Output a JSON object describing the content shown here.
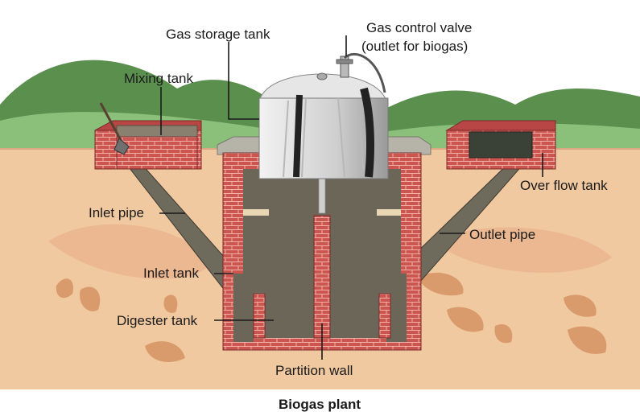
{
  "labels": {
    "gas_storage_tank": "Gas storage tank",
    "gas_control_valve_line1": "Gas control valve",
    "gas_control_valve_line2": "(outlet for biogas)",
    "mixing_tank": "Mixing tank",
    "over_flow_tank": "Over flow tank",
    "inlet_pipe": "Inlet pipe",
    "outlet_pipe": "Outlet pipe",
    "inlet_tank": "Inlet tank",
    "digester_tank": "Digester tank",
    "partition_wall": "Partition wall"
  },
  "caption": "Biogas plant",
  "colors": {
    "sky": "#ffffff",
    "hills_back": "#5a8f4e",
    "hills_front": "#8bc07a",
    "soil": "#f1c9a0",
    "soil_dark": "#e6a97c",
    "brick": "#c9504e",
    "slurry": "#6b6658",
    "pipe": "#6e6a5c",
    "dome": "#d9d9d9"
  }
}
